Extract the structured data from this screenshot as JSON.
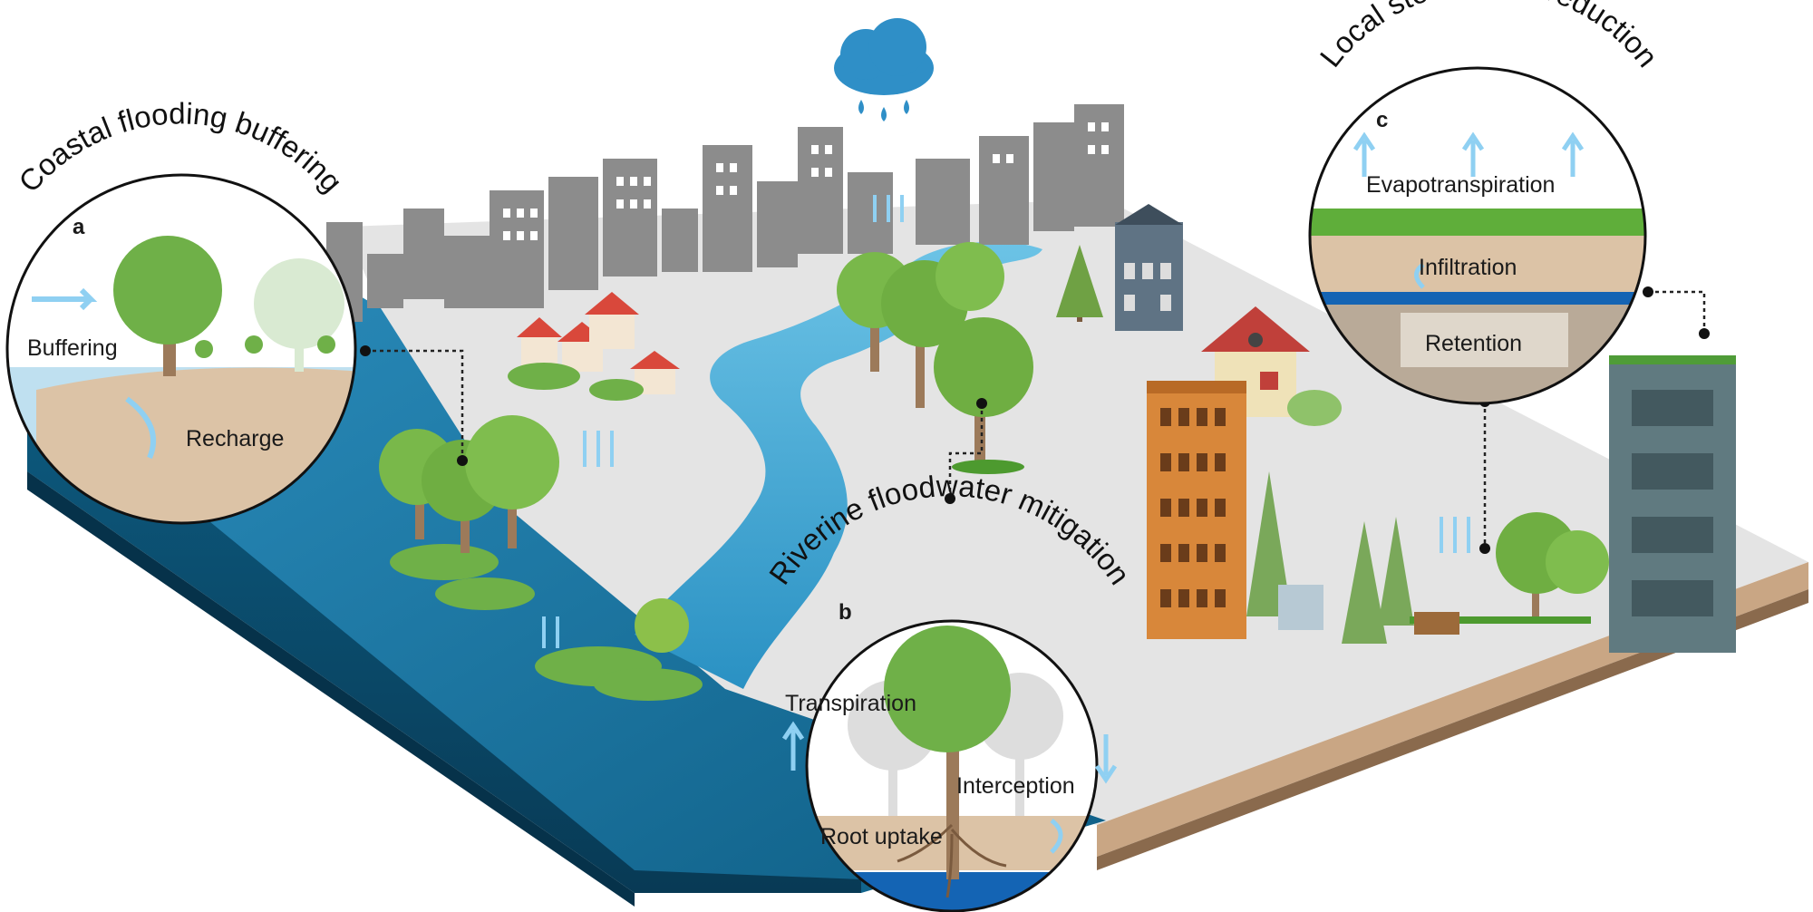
{
  "titles": {
    "coastal": "Coastal flooding buffering",
    "riverine": "Riverine floodwater mitigation",
    "local": "Local stormwater reduction"
  },
  "panel_a": {
    "letter": "a",
    "buffering": "Buffering",
    "recharge": "Recharge"
  },
  "panel_b": {
    "letter": "b",
    "transpiration": "Transpiration",
    "interception": "Interception",
    "root_uptake": "Root uptake"
  },
  "panel_c": {
    "letter": "c",
    "evapotranspiration": "Evapotranspiration",
    "infiltration": "Infiltration",
    "retention": "Retention"
  },
  "colors": {
    "water_deep": "#0b4e6e",
    "water_river": "#3aa3cf",
    "ground": "#e6e6e6",
    "soil": "#dcc3a6",
    "tree_green": "#6fb048",
    "building_gray": "#8a8a8a",
    "rain_cloud": "#2f8fc7",
    "arrow_blue": "#8fd0f2"
  }
}
